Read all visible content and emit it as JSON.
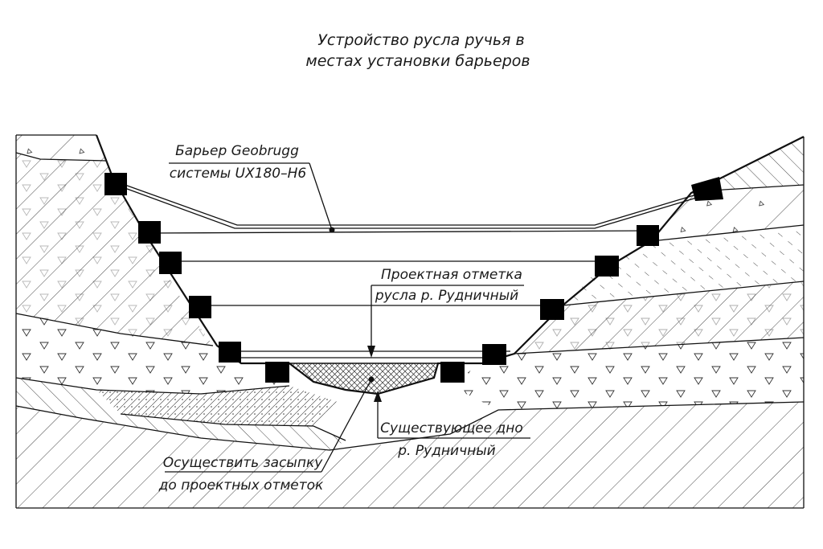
{
  "title": {
    "line1": "Устройство русла ручья в",
    "line2": "местах установки барьеров"
  },
  "labels": {
    "barrier_line1": "Барьер  Geobrugg",
    "barrier_line2": "системы UX180–H6",
    "design_level_line1": "Проектная  отметка",
    "design_level_line2": "русла р.  Рудничный",
    "existing_bottom_line1": "Существующее дно",
    "existing_bottom_line2": "р.  Рудничный",
    "backfill_line1": "Осуществить засыпку",
    "backfill_line2": "до проектных отметок"
  },
  "colors": {
    "line": "#111111",
    "background": "#ffffff"
  }
}
